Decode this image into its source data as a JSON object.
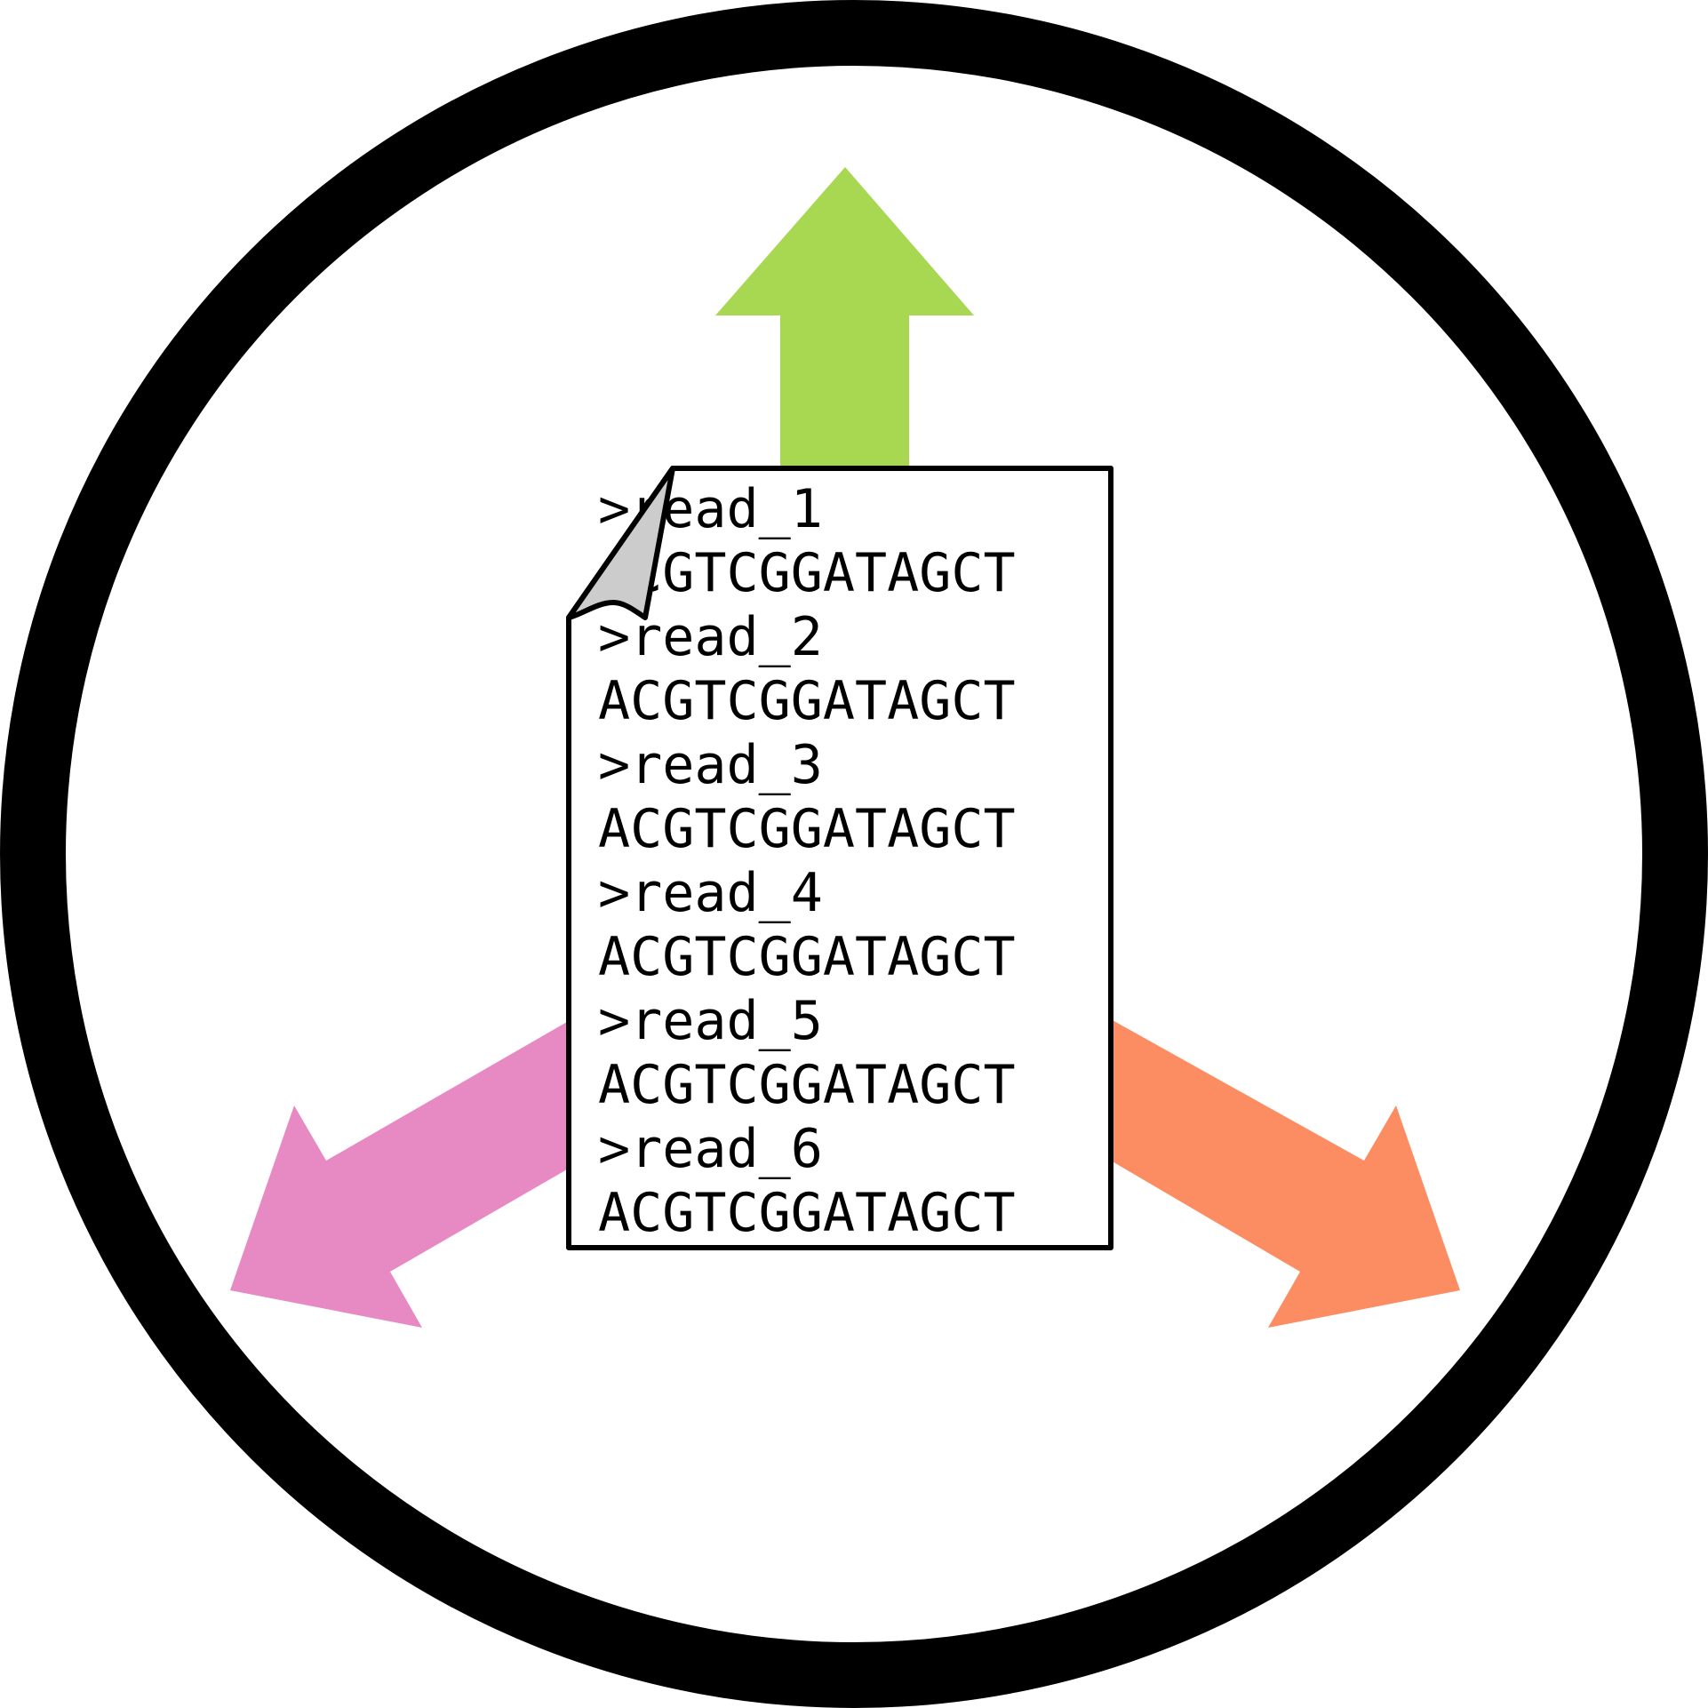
{
  "colors": {
    "ring": "#000000",
    "background": "#ffffff",
    "arrow_up": "#a8d752",
    "arrow_left": "#e78ac3",
    "arrow_right": "#fc8d62",
    "page_fill": "#ffffff",
    "page_stroke": "#000000",
    "page_fold": "#cccccc"
  },
  "icons": {
    "ring": "circle-ring-icon",
    "document": "document-page-icon",
    "fold": "page-fold-icon"
  },
  "document": {
    "lines": [
      ">read_1",
      "ACGTCGGATAGCT",
      ">read_2",
      "ACGTCGGATAGCT",
      ">read_3",
      "ACGTCGGATAGCT",
      ">read_4",
      "ACGTCGGATAGCT",
      ">read_5",
      "ACGTCGGATAGCT",
      ">read_6",
      "ACGTCGGATAGCT"
    ]
  }
}
